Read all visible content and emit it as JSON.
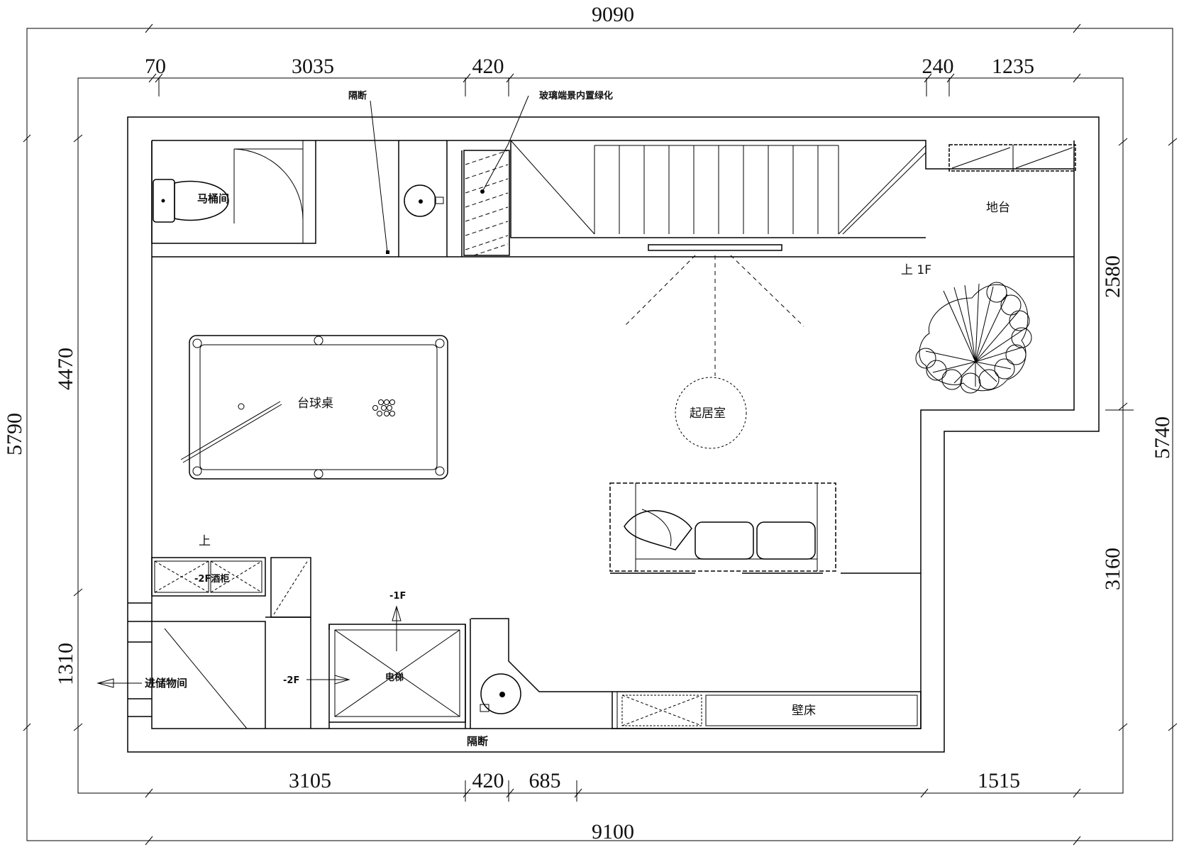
{
  "dimensions": {
    "top_total": "9090",
    "bottom_total": "9100",
    "left_total": "5790",
    "right_total": "5740",
    "top_segments": [
      "70",
      "3035",
      "420",
      "240",
      "1235"
    ],
    "bottom_segments": [
      "3105",
      "420",
      "685",
      "1515"
    ],
    "left_segments": [
      "4470",
      "1310"
    ],
    "right_segments": [
      "2580",
      "3160"
    ]
  },
  "rooms": {
    "toilet": "马桶间",
    "partition_top": "隔断",
    "glass_planter": "玻璃端景内置绿化",
    "platform": "地台",
    "up_1f": "上 1F",
    "billiard_table": "台球桌",
    "living_room": "起居室",
    "up": "上",
    "wine_cabinet": "-2F酒柜",
    "minus_1f": "-1F",
    "minus_2f": "-2F",
    "storage": "进储物间",
    "elevator": "电梯",
    "partition_bottom": "隔断",
    "wall_bed": "壁床"
  }
}
